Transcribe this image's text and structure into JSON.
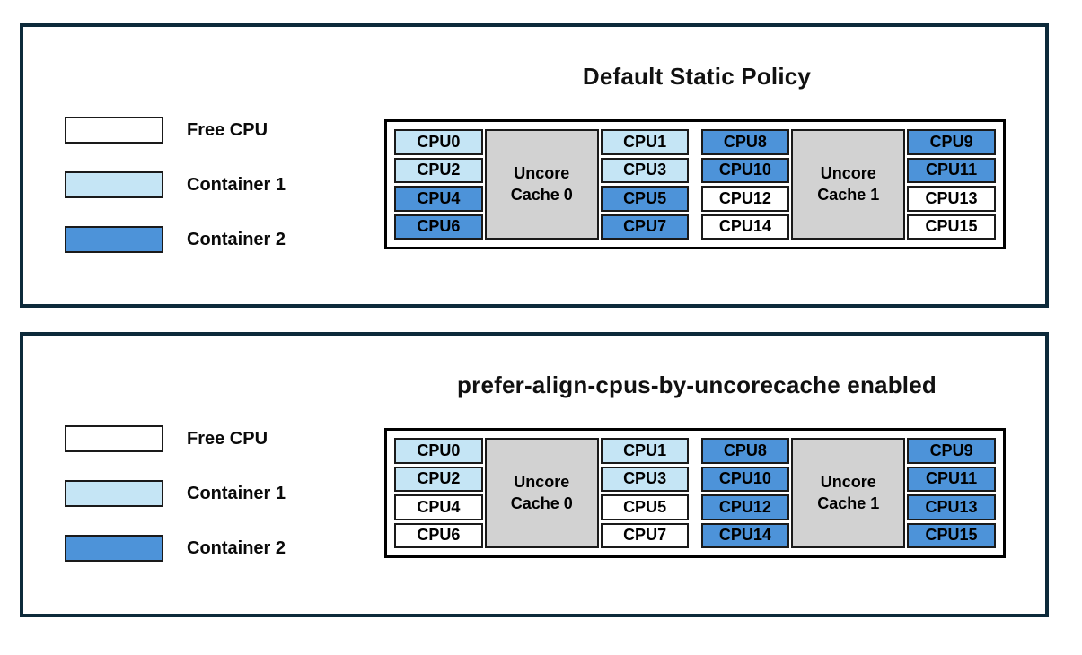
{
  "colors": {
    "free": "#ffffff",
    "container1": "#c5e5f5",
    "container2": "#4d93d9",
    "uncore_cache": "#d2d2d2",
    "panel_border": "#0d2a3a",
    "cell_border": "#1a1a1a"
  },
  "legend": [
    {
      "label": "Free CPU",
      "owner": "free"
    },
    {
      "label": "Container 1",
      "owner": "container1"
    },
    {
      "label": "Container 2",
      "owner": "container2"
    }
  ],
  "panels": [
    {
      "title": "Default Static Policy",
      "groups": [
        {
          "cache_label": "Uncore Cache 0",
          "left_cpus": [
            {
              "label": "CPU0",
              "owner": "container1"
            },
            {
              "label": "CPU2",
              "owner": "container1"
            },
            {
              "label": "CPU4",
              "owner": "container2"
            },
            {
              "label": "CPU6",
              "owner": "container2"
            }
          ],
          "right_cpus": [
            {
              "label": "CPU1",
              "owner": "container1"
            },
            {
              "label": "CPU3",
              "owner": "container1"
            },
            {
              "label": "CPU5",
              "owner": "container2"
            },
            {
              "label": "CPU7",
              "owner": "container2"
            }
          ]
        },
        {
          "cache_label": "Uncore Cache 1",
          "left_cpus": [
            {
              "label": "CPU8",
              "owner": "container2"
            },
            {
              "label": "CPU10",
              "owner": "container2"
            },
            {
              "label": "CPU12",
              "owner": "free"
            },
            {
              "label": "CPU14",
              "owner": "free"
            }
          ],
          "right_cpus": [
            {
              "label": "CPU9",
              "owner": "container2"
            },
            {
              "label": "CPU11",
              "owner": "container2"
            },
            {
              "label": "CPU13",
              "owner": "free"
            },
            {
              "label": "CPU15",
              "owner": "free"
            }
          ]
        }
      ]
    },
    {
      "title": "prefer-align-cpus-by-uncorecache enabled",
      "groups": [
        {
          "cache_label": "Uncore Cache 0",
          "left_cpus": [
            {
              "label": "CPU0",
              "owner": "container1"
            },
            {
              "label": "CPU2",
              "owner": "container1"
            },
            {
              "label": "CPU4",
              "owner": "free"
            },
            {
              "label": "CPU6",
              "owner": "free"
            }
          ],
          "right_cpus": [
            {
              "label": "CPU1",
              "owner": "container1"
            },
            {
              "label": "CPU3",
              "owner": "container1"
            },
            {
              "label": "CPU5",
              "owner": "free"
            },
            {
              "label": "CPU7",
              "owner": "free"
            }
          ]
        },
        {
          "cache_label": "Uncore Cache 1",
          "left_cpus": [
            {
              "label": "CPU8",
              "owner": "container2"
            },
            {
              "label": "CPU10",
              "owner": "container2"
            },
            {
              "label": "CPU12",
              "owner": "container2"
            },
            {
              "label": "CPU14",
              "owner": "container2"
            }
          ],
          "right_cpus": [
            {
              "label": "CPU9",
              "owner": "container2"
            },
            {
              "label": "CPU11",
              "owner": "container2"
            },
            {
              "label": "CPU13",
              "owner": "container2"
            },
            {
              "label": "CPU15",
              "owner": "container2"
            }
          ]
        }
      ]
    }
  ]
}
